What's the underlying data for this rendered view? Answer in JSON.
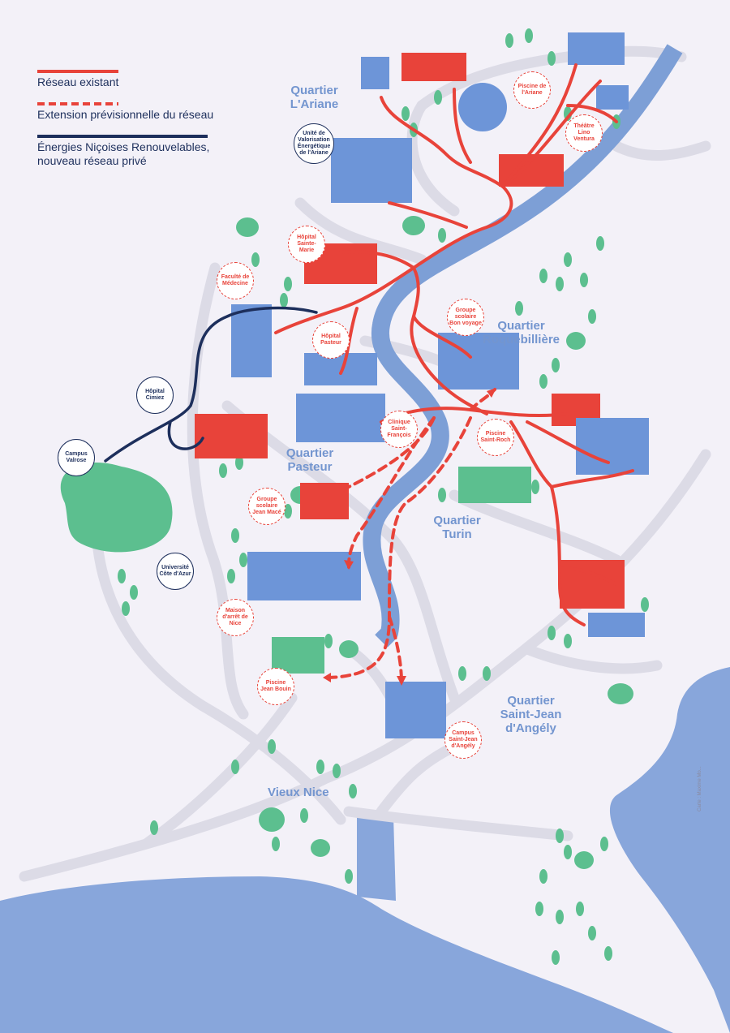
{
  "legend": [
    {
      "label": "Réseau existant",
      "color": "#e8433a",
      "style": "solid"
    },
    {
      "label": "Extension prévisionnelle du réseau",
      "color": "#e8433a",
      "style": "dashed"
    },
    {
      "label": "Énergies Niçoises Renouvelables, nouveau réseau privé",
      "color": "#1d2f5c",
      "style": "solid"
    }
  ],
  "quartiers": {
    "ariane": "Quartier L'Ariane",
    "roquebilliere": "Quartier Roquebillière",
    "pasteur": "Quartier Pasteur",
    "turin": "Quartier Turin",
    "saint_jean": "Quartier Saint-Jean d'Angély",
    "vieux_nice": "Vieux Nice"
  },
  "pois": {
    "unite_valorisation": "Unité de Valorisation Énergétique de l'Ariane",
    "piscine_ariane": "Piscine de l'Ariane",
    "theatre_lino": "Théâtre Lino Ventura",
    "hopital_sainte_marie": "Hôpital Sainte-Marie",
    "faculte_medecine": "Faculté de Médecine",
    "hopital_pasteur": "Hôpital Pasteur",
    "groupe_bon_voyage": "Groupe scolaire Bon voyage",
    "hopital_cimiez": "Hôpital Cimiez",
    "campus_valrose": "Campus Valrose",
    "clinique_saint_francois": "Clinique Saint-François",
    "piscine_saint_roch": "Piscine Saint-Roch",
    "groupe_jean_mace": "Groupe scolaire Jean Macé",
    "universite_cote_azur": "Université Côte d'Azur",
    "maison_arret": "Maison d'arrêt de Nice",
    "piscine_jean_bouin": "Piscine Jean Bouin",
    "campus_saint_jean": "Campus Saint-Jean d'Angély"
  },
  "credit": "Carte : Maxime Mo...",
  "colors": {
    "network": "#e8433a",
    "private": "#1d2f5c",
    "river": "#7d9fd6",
    "sea": "#88a6db",
    "road": "#dcdbe6",
    "tree": "#5cbf8f",
    "building_blue": "#6d95d8"
  }
}
